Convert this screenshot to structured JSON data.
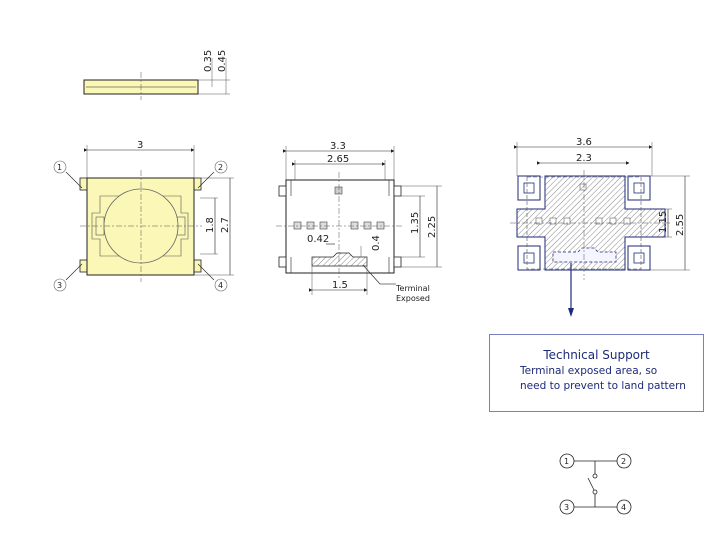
{
  "side_view": {
    "dim_top": "0.35",
    "dim_total": "0.45"
  },
  "top_view": {
    "dim_width": "3",
    "dim_inner": "1.8",
    "dim_outer": "2.7",
    "pins": [
      "1",
      "2",
      "3",
      "4"
    ]
  },
  "bottom_view": {
    "dim_width": "3.3",
    "dim_inner": "2.65",
    "dim_pitch": "0.42",
    "dim_pad": "0.4",
    "dim_h1": "1.35",
    "dim_h2": "2.25",
    "dim_exposed": "1.5",
    "terminal_label": "Terminal",
    "exposed_label": "Exposed"
  },
  "land_pattern": {
    "dim_width": "3.6",
    "dim_inner": "2.3",
    "dim_h1": "1.15",
    "dim_h2": "2.55"
  },
  "technical_support": {
    "title": "Technical Support",
    "line1": "Terminal exposed area, so",
    "line2": "need to prevent to land pattern"
  },
  "schematic": {
    "pins": [
      "1",
      "2",
      "3",
      "4"
    ]
  },
  "colors": {
    "body_fill": "#fbf7b7",
    "land_stroke": "#1d2a7a",
    "outline": "#222222"
  }
}
